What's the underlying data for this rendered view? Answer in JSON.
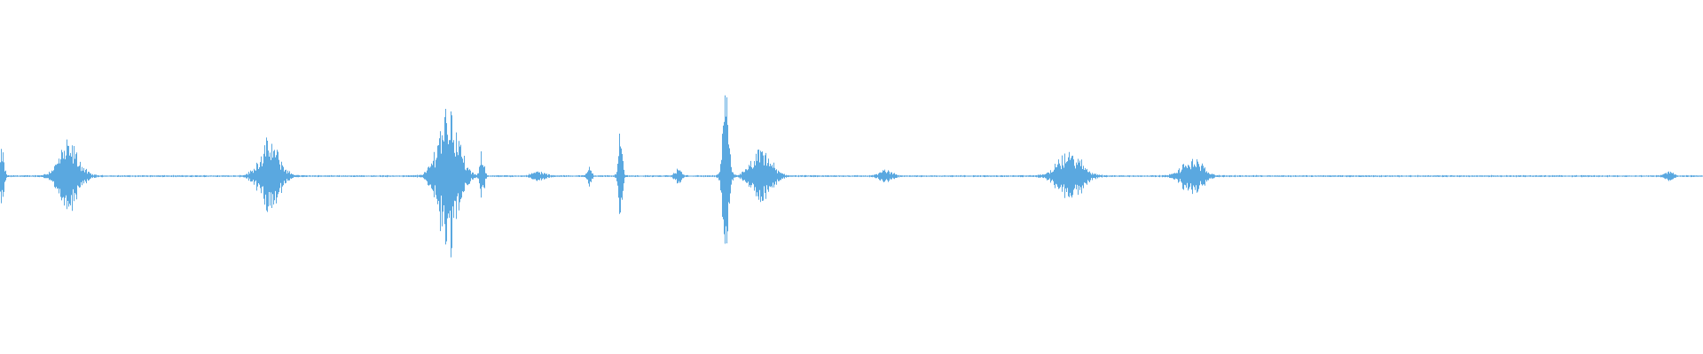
{
  "waveform": {
    "color": "#5aa8e0",
    "background": "#ffffff",
    "amplitude_scale": 1.0,
    "bursts": [
      {
        "t": 0.001,
        "peak": 0.18,
        "spread": 0.002
      },
      {
        "t": 0.04,
        "peak": 0.22,
        "spread": 0.01
      },
      {
        "t": 0.158,
        "peak": 0.23,
        "spread": 0.01
      },
      {
        "t": 0.263,
        "peak": 0.5,
        "spread": 0.01
      },
      {
        "t": 0.283,
        "peak": 0.17,
        "spread": 0.002
      },
      {
        "t": 0.316,
        "peak": 0.03,
        "spread": 0.006
      },
      {
        "t": 0.346,
        "peak": 0.07,
        "spread": 0.002
      },
      {
        "t": 0.364,
        "peak": 0.3,
        "spread": 0.002
      },
      {
        "t": 0.398,
        "peak": 0.05,
        "spread": 0.003
      },
      {
        "t": 0.426,
        "peak": 0.53,
        "spread": 0.003
      },
      {
        "t": 0.447,
        "peak": 0.17,
        "spread": 0.01
      },
      {
        "t": 0.52,
        "peak": 0.04,
        "spread": 0.006
      },
      {
        "t": 0.628,
        "peak": 0.16,
        "spread": 0.012
      },
      {
        "t": 0.7,
        "peak": 0.12,
        "spread": 0.01
      },
      {
        "t": 0.98,
        "peak": 0.03,
        "spread": 0.004
      }
    ]
  }
}
